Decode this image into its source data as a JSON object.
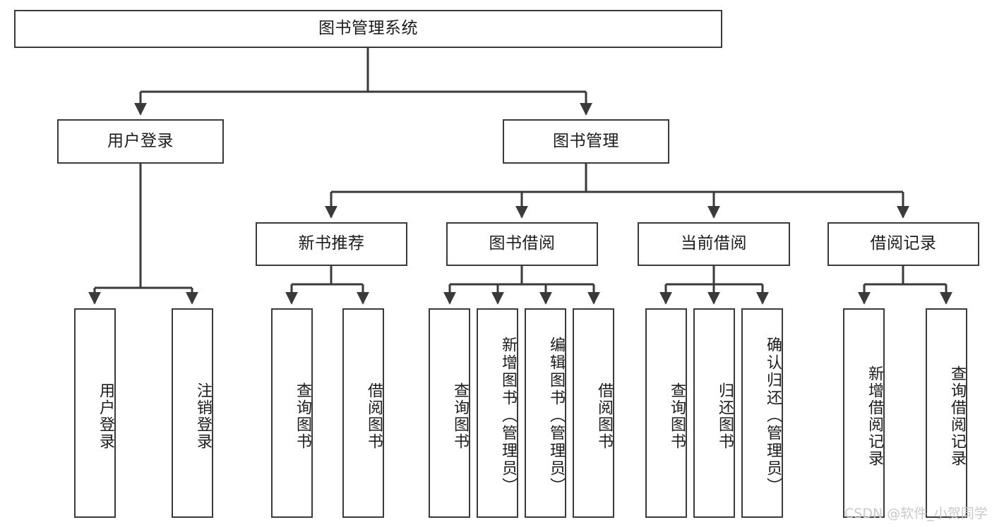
{
  "diagram": {
    "title": "图书管理系统",
    "watermark": "CSDN @软件_小贺同学",
    "line_color": "#3a3a3a",
    "box_border_color": "#3a3a3a",
    "box_fill_color": "#ffffff",
    "text_color": "#1c1c1c",
    "watermark_color": "#c9c9c9"
  },
  "nodes": {
    "root": {
      "label": "图书管理系统"
    },
    "level2": [
      {
        "label": "用户登录"
      },
      {
        "label": "图书管理"
      }
    ],
    "level3": [
      {
        "label": "新书推荐"
      },
      {
        "label": "图书借阅"
      },
      {
        "label": "当前借阅"
      },
      {
        "label": "借阅记录"
      }
    ],
    "leaves_user_login": [
      {
        "label": "用户登录"
      },
      {
        "label": "注销登录"
      }
    ],
    "leaves_new_book": [
      {
        "label": "查询图书"
      },
      {
        "label": "借阅图书"
      }
    ],
    "leaves_borrow": [
      {
        "label": "查询图书"
      },
      {
        "label": "新增图书（管理员）"
      },
      {
        "label": "编辑图书（管理员）"
      },
      {
        "label": "借阅图书"
      }
    ],
    "leaves_current": [
      {
        "label": "查询图书"
      },
      {
        "label": "归还图书"
      },
      {
        "label": "确认归还（管理员）"
      }
    ],
    "leaves_records": [
      {
        "label": "新增借阅记录"
      },
      {
        "label": "查询借阅记录"
      }
    ]
  }
}
